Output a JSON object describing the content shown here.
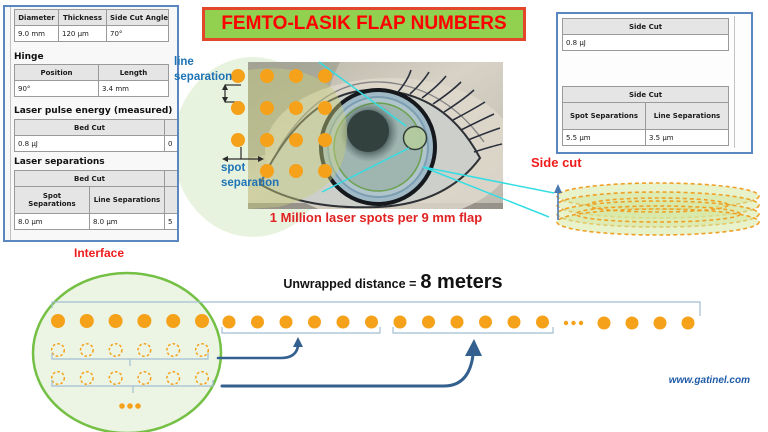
{
  "title": "FEMTO-LASIK FLAP NUMBERS",
  "left_panel": {
    "flap_table": {
      "headers": [
        "Diameter",
        "Thickness",
        "Side Cut Angle"
      ],
      "values": [
        "9.0 mm",
        "120 µm",
        "70°"
      ]
    },
    "hinge": {
      "label": "Hinge",
      "headers": [
        "Position",
        "Length"
      ],
      "values": [
        "90°",
        "3.4 mm"
      ]
    },
    "energy": {
      "label": "Laser pulse energy (measured)",
      "header": "Bed Cut",
      "value": "0.8 µJ",
      "clipped_value": "0"
    },
    "separations": {
      "label": "Laser separations",
      "header": "Bed Cut",
      "subheaders": [
        "Spot Separations",
        "Line Separations"
      ],
      "values": [
        "8.0 µm",
        "8.0 µm"
      ],
      "clipped_value": "5"
    }
  },
  "right_panel": {
    "energy": {
      "header": "Side Cut",
      "value": "0.8 µJ"
    },
    "separations": {
      "header": "Side Cut",
      "subheaders": [
        "Spot Separations",
        "Line Separations"
      ],
      "values": [
        "5.5 µm",
        "3.5 µm"
      ]
    }
  },
  "eye_figure": {
    "line_sep": [
      "line",
      "separation"
    ],
    "spot_sep": [
      "spot",
      "separation"
    ],
    "caption": "1 Million laser spots per 9 mm flap"
  },
  "side_cut_label": "Side cut",
  "interface_label": "Interface",
  "unwrapped": {
    "prefix": "Unwrapped distance =",
    "value": "8 meters"
  },
  "website": "www.gatinel.com",
  "figures": {
    "eye_grid": {
      "cols": 4,
      "rows": 4,
      "missing_bottom_left": true
    },
    "interface_circle": {
      "dots_per_row": 6,
      "filled_rows": 1,
      "hollow_rows": 2
    },
    "unwrapped_row": {
      "group1_dots": 12,
      "group2_dots": 4
    }
  },
  "colors": {
    "dot": "#f5a11a",
    "label_blue": "#1e73b5",
    "panel_border": "#5b87c0",
    "red": "#ee1c1c",
    "title_bg": "#92d050",
    "cyan": "#35dde2",
    "arrow_blue": "#33608f",
    "green": "#72be44"
  }
}
